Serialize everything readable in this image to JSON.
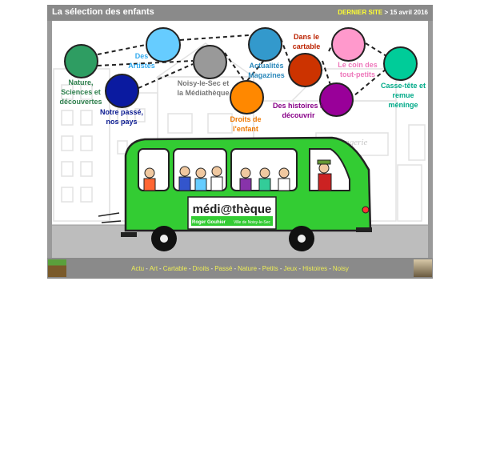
{
  "header": {
    "title": "La sélection des enfants",
    "last_label": "DERNIER SITE",
    "last_sep": ">",
    "last_date": "15 avril 2016"
  },
  "bus": {
    "sign_main": "médi@thèque",
    "sign_name": "Roger Gouhier",
    "sign_sub": "Ville de Noisy-le-Sec",
    "shop_sign": "Boulangerie"
  },
  "bubbles": [
    {
      "id": "nature",
      "label": "Nature, Sciences et découvertes",
      "color": "#2e9d62",
      "text_color": "#2b7d4a"
    },
    {
      "id": "artistes",
      "label": "Des Artistes",
      "color": "#66ccff",
      "text_color": "#33aaee"
    },
    {
      "id": "noisy",
      "label": "Noisy-le-Sec et la Médiathèque",
      "color": "#999999",
      "text_color": "#777777"
    },
    {
      "id": "passe",
      "label": "Notre passé, nos pays",
      "color": "#0a1aa0",
      "text_color": "#0a1a90"
    },
    {
      "id": "actualites",
      "label": "Actualités Magazines",
      "color": "#3399cc",
      "text_color": "#2b88bb"
    },
    {
      "id": "droits",
      "label": "Droits de l'enfant",
      "color": "#ff8800",
      "text_color": "#ee7700"
    },
    {
      "id": "cartable",
      "label": "Dans le cartable",
      "color": "#cc3300",
      "text_color": "#bb2200"
    },
    {
      "id": "histoires",
      "label": "Des histoires à découvrir",
      "color": "#990099",
      "text_color": "#880088"
    },
    {
      "id": "petits",
      "label": "Le coin des tout-petits",
      "color": "#ff99cc",
      "text_color": "#ee77bb"
    },
    {
      "id": "cassetete",
      "label": "Casse-tête et remue méninge",
      "color": "#00cc99",
      "text_color": "#00aa88"
    }
  ],
  "nav": {
    "items": [
      "Actu",
      "Art",
      "Cartable",
      "Droits",
      "Passé",
      "Nature",
      "Petits",
      "Jeux",
      "Histoires",
      "Noisy"
    ],
    "separator": "-"
  }
}
